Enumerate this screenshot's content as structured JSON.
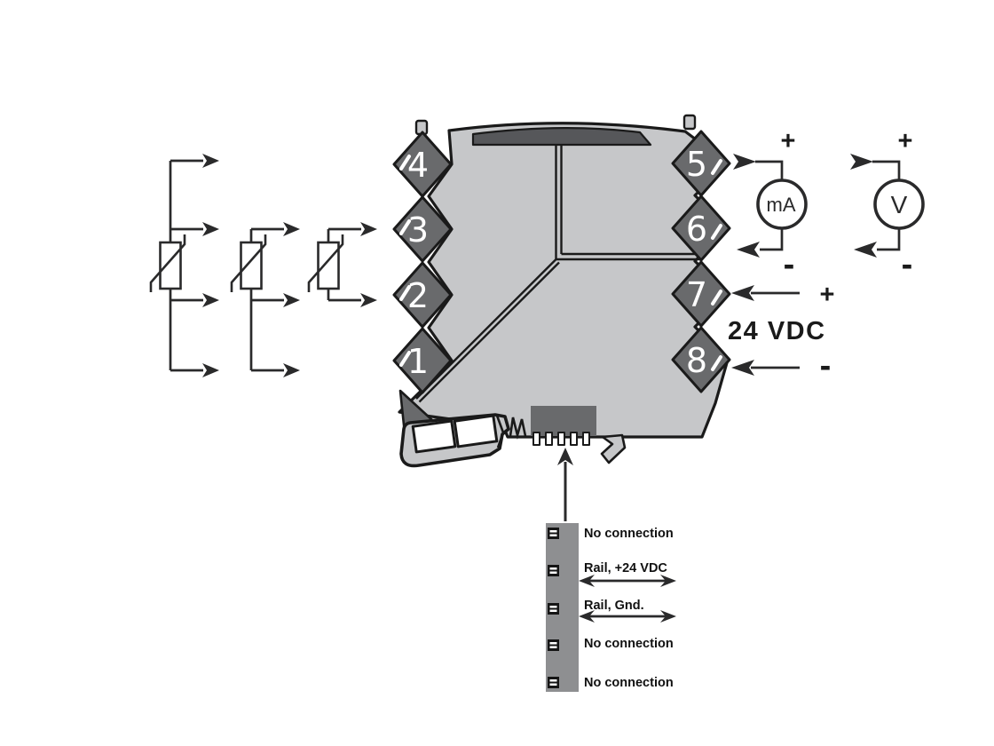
{
  "colors": {
    "module_body": "#c6c7c9",
    "terminal_block": "#696a6c",
    "top_band": "#56575a",
    "rail_strip": "#8e8f91",
    "outline": "#1a1a1a",
    "wire": "#2a2a2b"
  },
  "module": {
    "terminals_left": [
      "4",
      "3",
      "2",
      "1"
    ],
    "terminals_right": [
      "5",
      "6",
      "7",
      "8"
    ]
  },
  "meters": {
    "current": {
      "label": "mA",
      "plus": "+",
      "minus": "-"
    },
    "voltage": {
      "label": "V",
      "plus": "+",
      "minus": "-"
    }
  },
  "power_supply": {
    "label": "24 VDC",
    "plus": "+",
    "minus": "-"
  },
  "rail_connector": {
    "pin_labels": [
      "No connection",
      "Rail, +24 VDC",
      "Rail, Gnd.",
      "No connection",
      "No connection"
    ]
  }
}
